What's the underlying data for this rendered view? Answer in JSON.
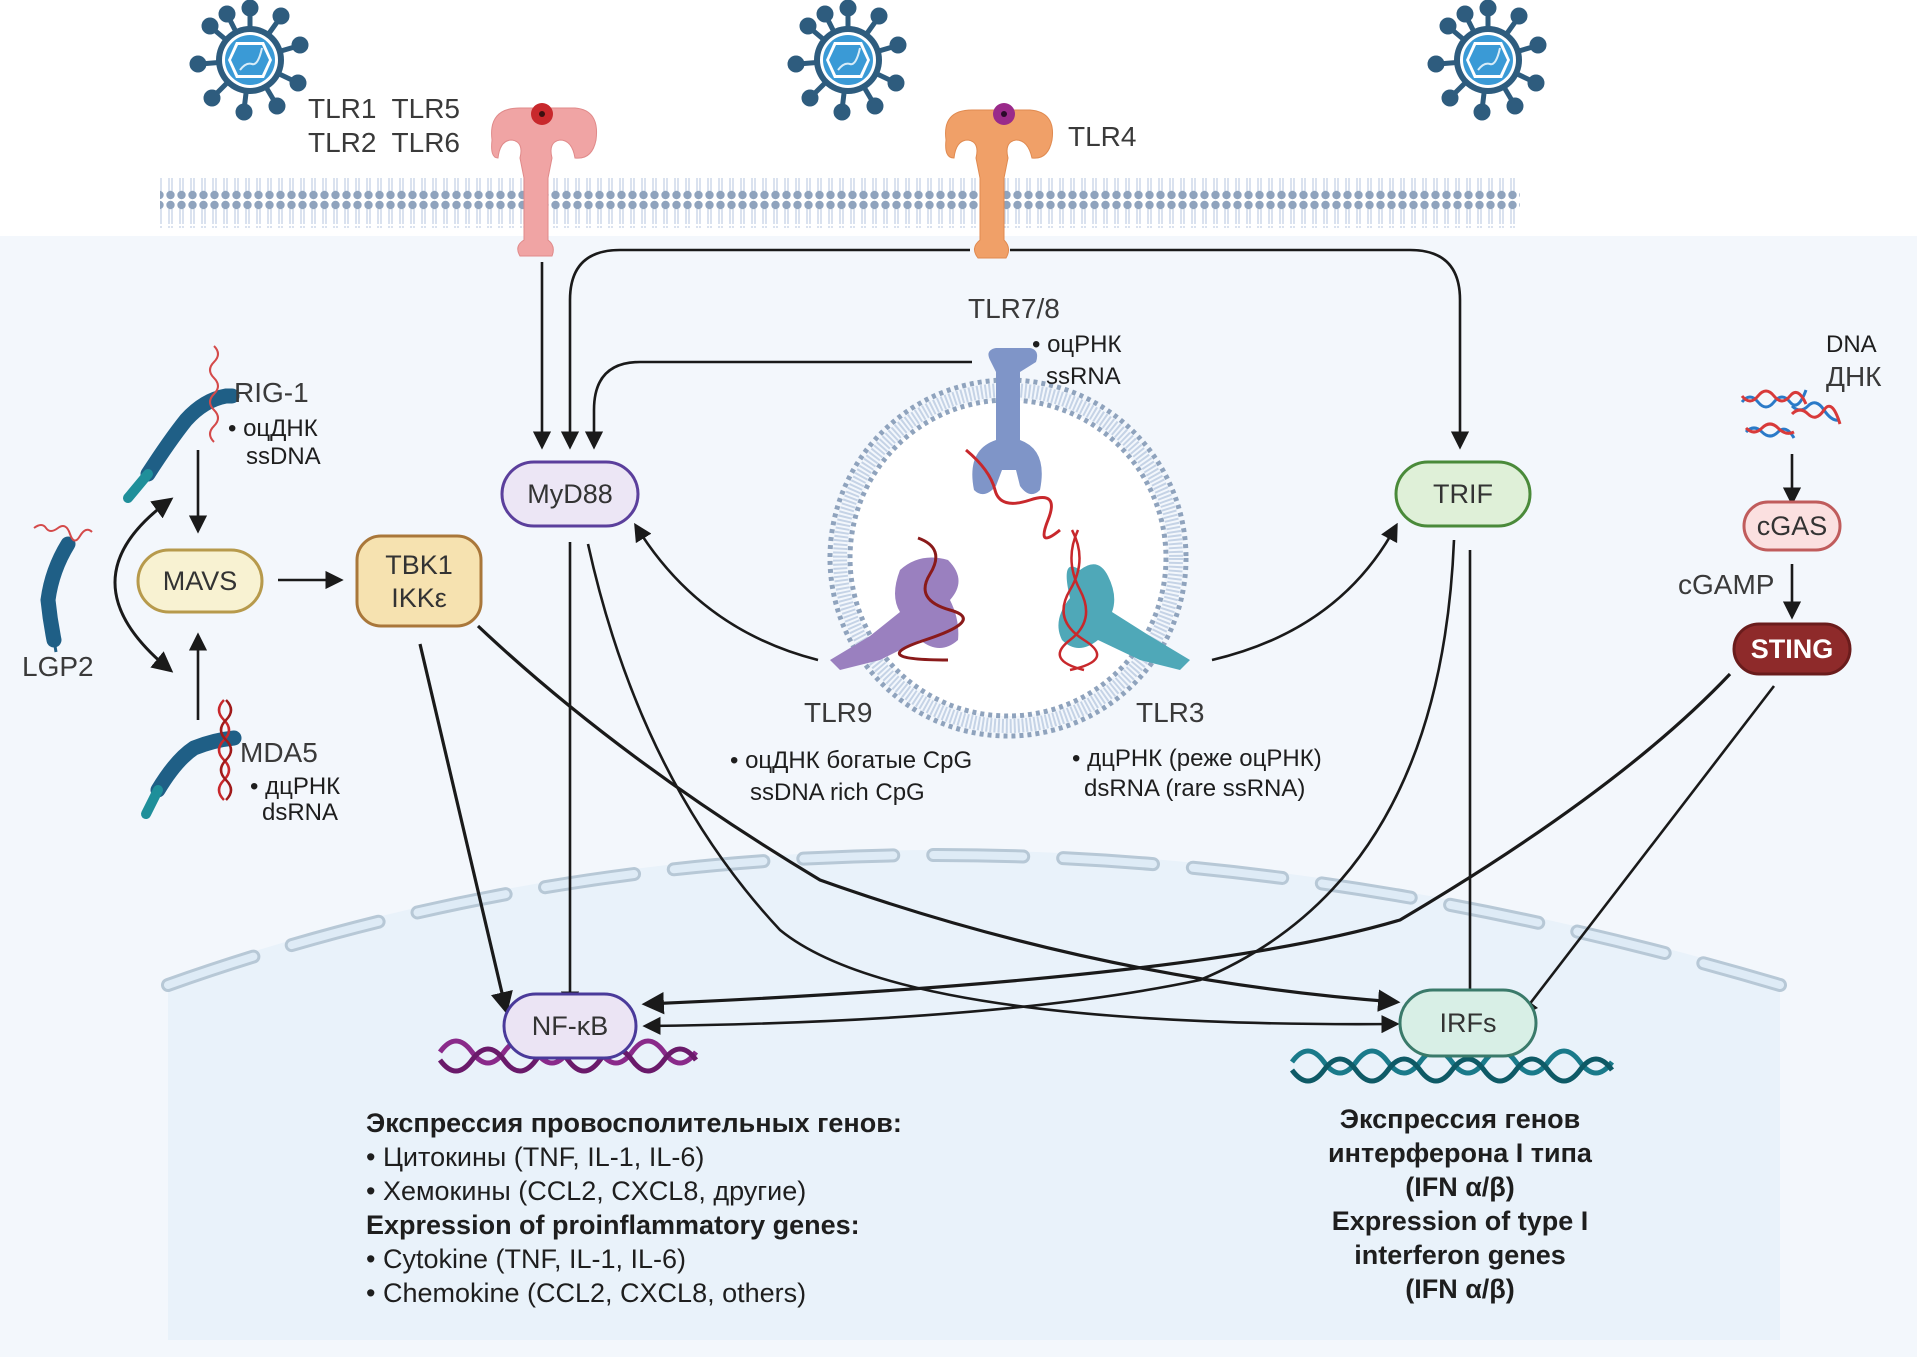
{
  "title": "Pattern recognition receptor signaling pathways (TLR, RLR, cGAS-STING)",
  "colors": {
    "background": "#ffffff",
    "cytoplasm": "#f3f7fc",
    "nucleus": "#e9f2fa",
    "membrane_head": "#8fa3bd",
    "membrane_tail": "#c5d3e6",
    "virus_dark": "#2e5c7e",
    "virus_light": "#3a9ad6",
    "tlr1256": "#f0a4a4",
    "tlr4": "#f0a068",
    "tlr78": "#7f95c8",
    "tlr9": "#9a80bf",
    "tlr3": "#4fa8b8",
    "rna_red": "#c8282c",
    "myd88_fill": "#ece6f5",
    "myd88_stroke": "#5b3f9c",
    "trif_fill": "#dff0d8",
    "trif_stroke": "#4a8a3a",
    "mavs_fill": "#f8f2d2",
    "mavs_stroke": "#b79a4c",
    "tbk1_fill": "#f6e2b0",
    "tbk1_stroke": "#a9773a",
    "cgas_fill": "#fbe0e0",
    "cgas_stroke": "#c05c5c",
    "sting_fill": "#8e2a2a",
    "sting_stroke": "#6a1c1c",
    "nfkb_fill": "#ebe4f4",
    "nfkb_stroke": "#4a3a9a",
    "irfs_fill": "#d8efe6",
    "irfs_stroke": "#3a7a6a",
    "dna_purple": "#8a2a8a",
    "dna_teal": "#1a7a8a",
    "arrow": "#1a1a1a"
  },
  "surface_receptors": {
    "tlr1_tlr2_tlr5_tlr6": {
      "line1": "TLR1  TLR5",
      "line2": "TLR2  TLR6"
    },
    "tlr4": {
      "label": "TLR4"
    }
  },
  "endosomal_receptors": {
    "tlr78": {
      "label": "TLR7/8",
      "ligand_ru": "• оцРНК",
      "ligand_en": "ssRNA"
    },
    "tlr9": {
      "label": "TLR9",
      "ligand_ru": "• оцДНК богатые CpG",
      "ligand_en": "ssDNA rich CpG"
    },
    "tlr3": {
      "label": "TLR3",
      "ligand_ru": "• дцРНК (реже оцРНК)",
      "ligand_en": "dsRNA (rare ssRNA)"
    }
  },
  "rlr": {
    "rig1": {
      "label": "RIG-1",
      "ligand_ru": "• оцДНК",
      "ligand_en": "ssDNA"
    },
    "mda5": {
      "label": "MDA5",
      "ligand_ru": "• дцРНК",
      "ligand_en": "dsRNA"
    },
    "lgp2": {
      "label": "LGP2"
    }
  },
  "cytosolic_dna": {
    "label_en": "DNA",
    "label_ru": "ДНК",
    "messenger": "cGAMP"
  },
  "nodes": {
    "myd88": "MyD88",
    "trif": "TRIF",
    "mavs": "MAVS",
    "tbk1": {
      "line1": "TBK1",
      "line2": "IKKε"
    },
    "cgas": "cGAS",
    "sting": "STING",
    "nfkb": "NF-κB",
    "irfs": "IRFs"
  },
  "outputs": {
    "proinflammatory": {
      "heading_ru": "Экспрессия провосполительных генов:",
      "item1_ru": "• Цитокины (TNF, IL-1, IL-6)",
      "item2_ru": "• Хемокины (CCL2, CXCL8, другие)",
      "heading_en": "Expression of proinflammatory genes:",
      "item1_en": "• Cytokine (TNF, IL-1, IL-6)",
      "item2_en": "• Chemokine (CCL2, CXCL8, others)"
    },
    "interferon": {
      "line1": "Экспрессия генов",
      "line2": "интерферона I типа",
      "line3": "(IFN α/β)",
      "line4": "Expression of type I",
      "line5": "interferon genes",
      "line6": "(IFN α/β)"
    }
  }
}
